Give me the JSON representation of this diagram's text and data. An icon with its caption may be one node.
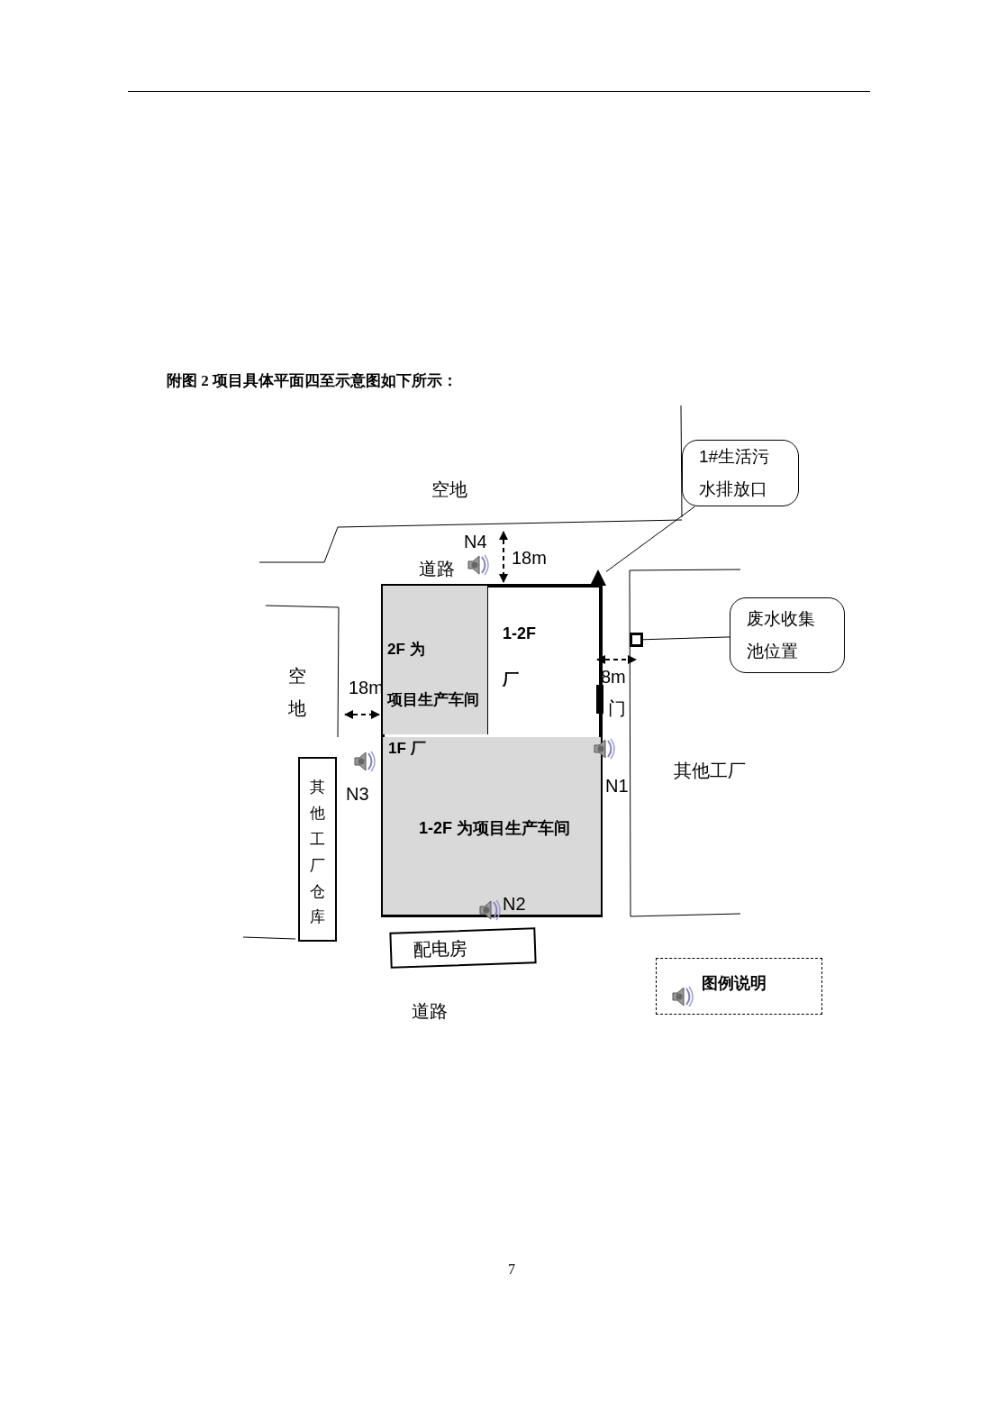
{
  "diagram": {
    "title": "附图 2 项目具体平面四至示意图如下所示：",
    "nodes": [
      {
        "text": [
          "2F 为",
          "项目生产车间"
        ]
      },
      {
        "text": [
          "1-2F",
          "厂"
        ]
      },
      {
        "text": [
          "1F 厂",
          "1-2F 为项目生产车间"
        ]
      },
      {
        "text": [
          "1#生活污水排放口"
        ]
      },
      {
        "text": [],
        "shape": "triangle"
      },
      {
        "text": [
          "废水收集池位置"
        ]
      },
      {
        "text": [],
        "shape": "box"
      },
      {
        "text": [
          "其他工厂仓库"
        ]
      },
      {
        "text": [
          "配电房"
        ]
      },
      {
        "text": [
          "图例说明"
        ]
      }
    ],
    "edges": [
      {
        "from": 3,
        "to": 4,
        "arrow": "none"
      },
      {
        "from": 5,
        "to": 6,
        "arrow": "none"
      }
    ],
    "labels": [
      "空地",
      "N4",
      "18m",
      "道路",
      "空地",
      "18m",
      "8m",
      "门",
      "N1",
      "其他工厂",
      "N3",
      "N2",
      "道路",
      "7"
    ]
  }
}
